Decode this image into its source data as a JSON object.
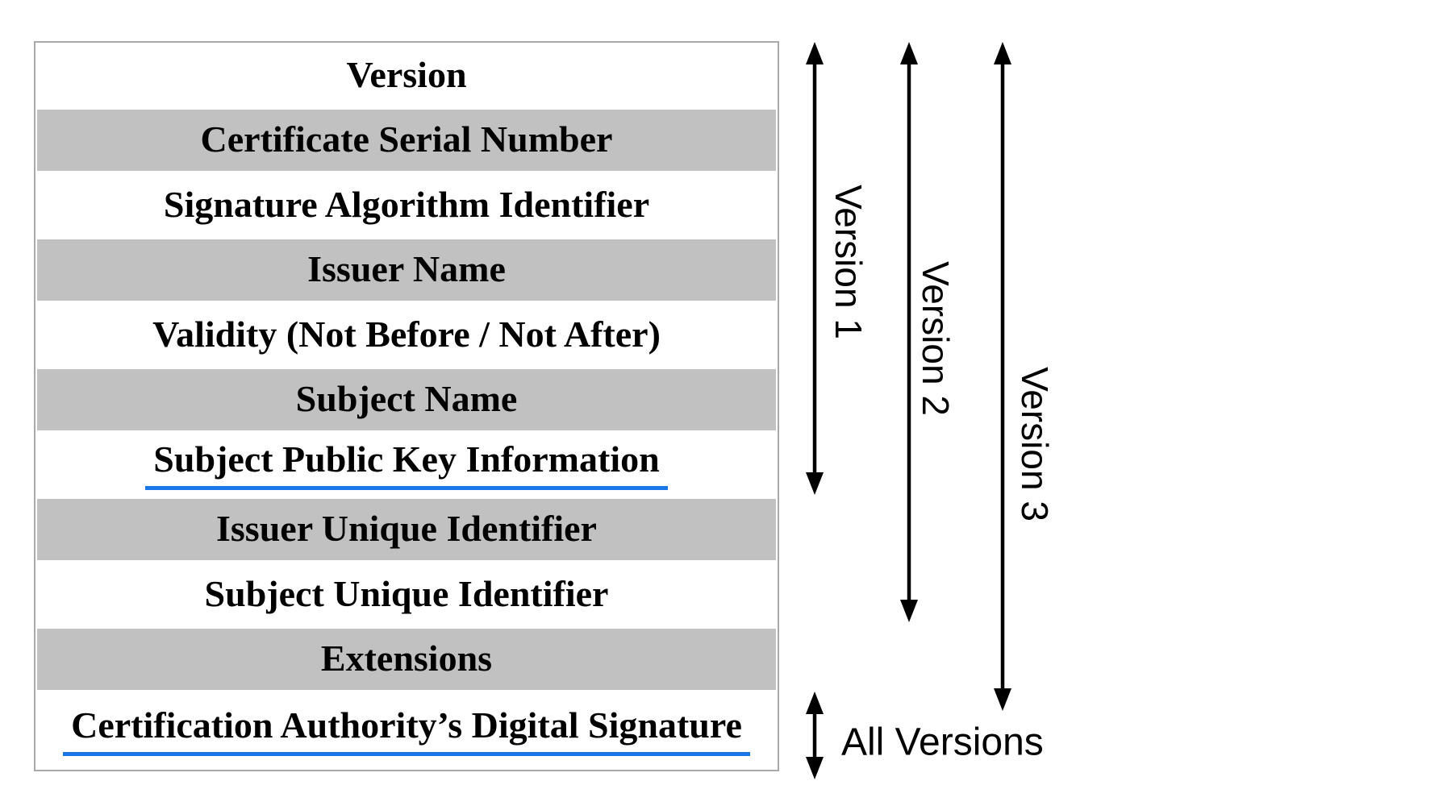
{
  "table": {
    "rows": [
      {
        "label": "Version",
        "shaded": false,
        "underlined": false
      },
      {
        "label": "Certificate Serial Number",
        "shaded": true,
        "underlined": false
      },
      {
        "label": "Signature Algorithm Identifier",
        "shaded": false,
        "underlined": false
      },
      {
        "label": "Issuer Name",
        "shaded": true,
        "underlined": false
      },
      {
        "label": "Validity (Not Before / Not After)",
        "shaded": false,
        "underlined": false
      },
      {
        "label": "Subject Name",
        "shaded": true,
        "underlined": false
      },
      {
        "label": "Subject Public Key Information",
        "shaded": false,
        "underlined": true
      },
      {
        "label": "Issuer Unique Identifier",
        "shaded": true,
        "underlined": false
      },
      {
        "label": "Subject Unique Identifier",
        "shaded": false,
        "underlined": false
      },
      {
        "label": "Extensions",
        "shaded": true,
        "underlined": false
      },
      {
        "label": "Certification Authority’s Digital Signature",
        "shaded": false,
        "underlined": true
      }
    ]
  },
  "annotations": {
    "version1": "Version 1",
    "version2": "Version 2",
    "version3": "Version 3",
    "all_versions": "All Versions"
  },
  "colors": {
    "shaded_row": "#c1c1c1",
    "table_border": "#a9a9a9",
    "underline_blue": "#1b76e8",
    "arrow": "#000000"
  }
}
